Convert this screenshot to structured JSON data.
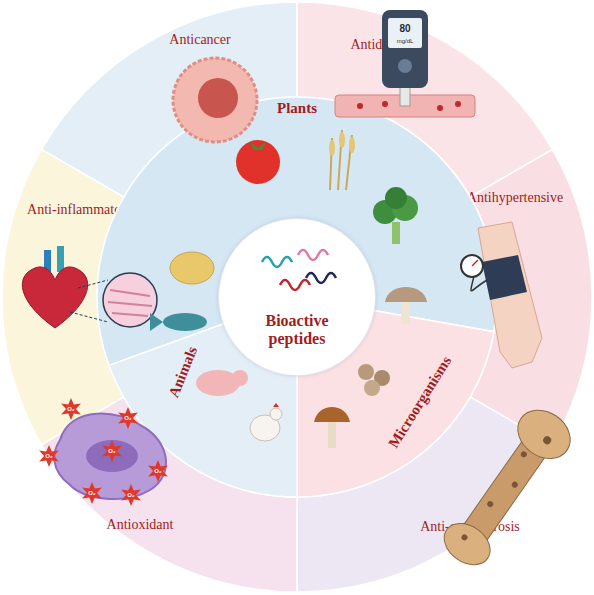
{
  "diagram": {
    "nodes": [
      {
        "text": [
          "Anticancer"
        ]
      },
      {
        "text": [
          "Antidiabetic"
        ]
      },
      {
        "text": [
          "Antihypertensive"
        ]
      },
      {
        "text": [
          "Anti-osteoporosis"
        ]
      },
      {
        "text": [
          "Antioxidant"
        ]
      },
      {
        "text": [
          "Anti-inflammatory"
        ]
      },
      {
        "text": [
          "Plants"
        ]
      },
      {
        "text": [
          "Microorganisms"
        ]
      },
      {
        "text": [
          "Animals"
        ]
      },
      {
        "text": [
          "Bioactive peptides"
        ]
      }
    ],
    "labels": [
      "80",
      "mg/dL",
      "O₂",
      "O₂",
      "O₂",
      "O₂",
      "O₂",
      "O₂",
      "O₂"
    ]
  }
}
